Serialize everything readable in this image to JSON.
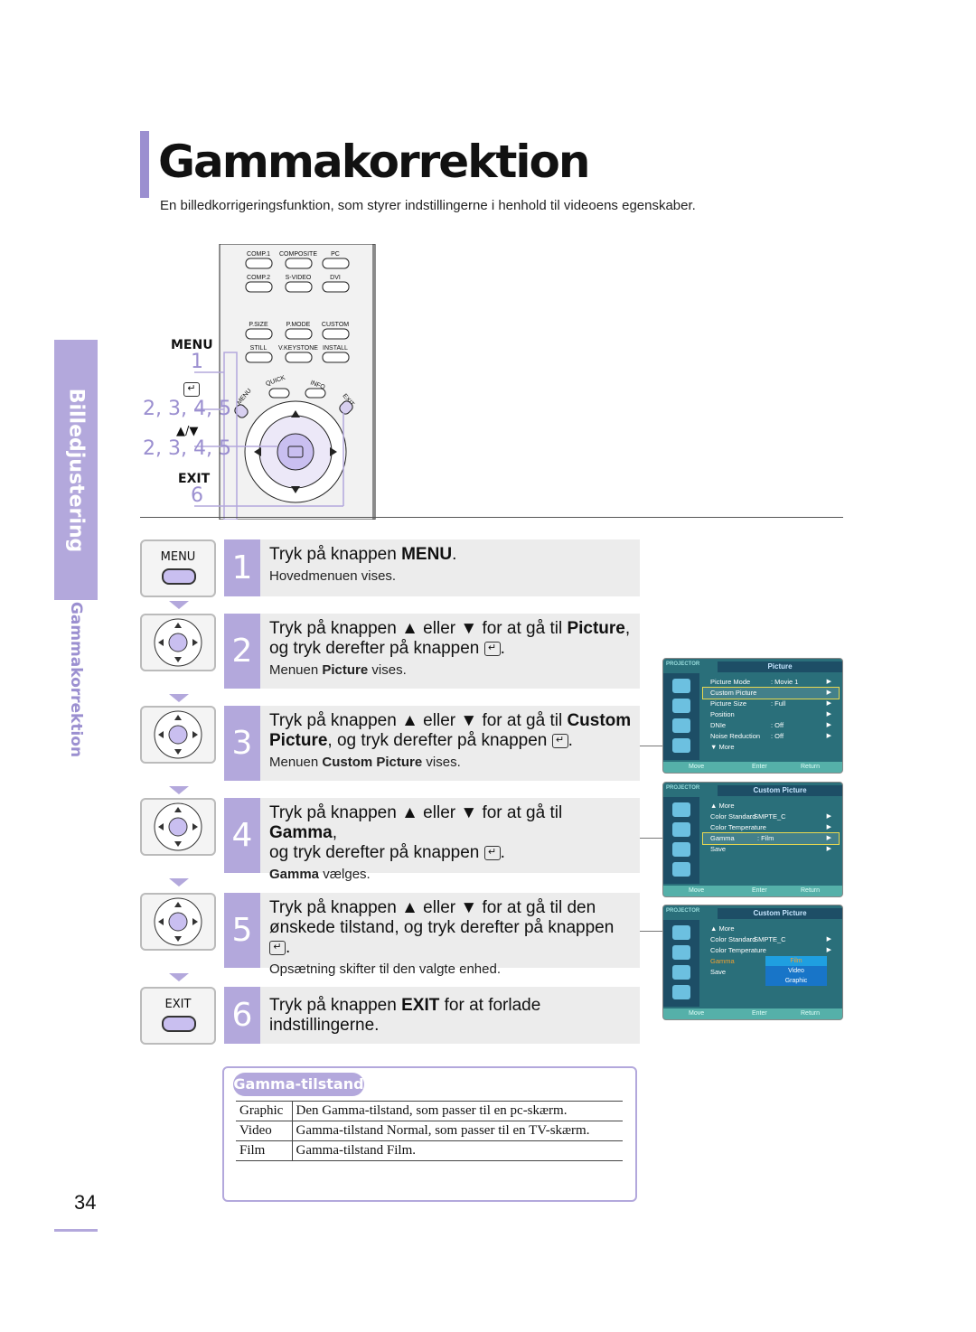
{
  "page": {
    "title": "Gammakorrektion",
    "subtitle": "En billedkorrigeringsfunktion, som styrer indstillingerne i henhold til videoens egenskaber.",
    "section_tab": "Billedjustering",
    "subsection_tab": "Gammakorrektion",
    "page_number": "34"
  },
  "remote": {
    "source_buttons": [
      "COMP.1",
      "COMPOSITE",
      "PC",
      "COMP.2",
      "S-VIDEO",
      "DVI"
    ],
    "function_buttons": [
      "P.SIZE",
      "P.MODE",
      "CUSTOM",
      "STILL",
      "V.KEYSTONE",
      "INSTALL"
    ],
    "top_keys": [
      "MENU",
      "QUICK",
      "INFO",
      "EXIT"
    ],
    "labels": {
      "menu": "MENU",
      "menu_step": "1",
      "enter_step": "2, 3, 4, 5",
      "updown": "▲/▼",
      "updown_step": "2, 3, 4, 5",
      "exit": "EXIT",
      "exit_step": "6"
    }
  },
  "steps": [
    {
      "num": "1",
      "icon_label": "MENU",
      "line1_pre": "Tryk på knappen ",
      "line1_bold": "MENU",
      "line1_post": ".",
      "note": "Hovedmenuen vises."
    },
    {
      "num": "2",
      "line1_pre": "Tryk på knappen ▲ eller ▼ for at gå til ",
      "line1_bold": "Picture",
      "line1_post": ",",
      "line2": "og tryk derefter på knappen",
      "note_bold": "Picture",
      "note_pre": "Menuen ",
      "note_post": " vises."
    },
    {
      "num": "3",
      "line1_pre": "Tryk på knappen ▲ eller ▼ for at gå til ",
      "line1_bold": "Custom",
      "line2_bold": "Picture",
      "line2": ", og tryk derefter på knappen",
      "note_pre": "Menuen ",
      "note_bold": "Custom Picture",
      "note_post": " vises."
    },
    {
      "num": "4",
      "line1_pre": "Tryk på knappen ▲ eller ▼ for at gå til ",
      "line1_bold": "Gamma",
      "line1_post": ",",
      "line2": "og tryk derefter på knappen",
      "note_bold": "Gamma",
      "note_post": " vælges."
    },
    {
      "num": "5",
      "line1_pre": "Tryk på knappen ▲ eller ▼ for at gå til den",
      "line2": "ønskede tilstand, og tryk derefter på knappen",
      "note": "Opsætning skifter til den valgte enhed."
    },
    {
      "num": "6",
      "icon_label": "EXIT",
      "line1_pre": "Tryk på knappen ",
      "line1_bold": "EXIT",
      "line1_post": " for at forlade",
      "line2": "indstillingerne."
    }
  ],
  "osd_screens": [
    {
      "brand": "PROJECTOR",
      "title": "Picture",
      "rows": [
        {
          "label": "Picture Mode",
          "value": ": Movie 1",
          "arrow": "▶"
        },
        {
          "label": "Custom Picture",
          "value": "",
          "arrow": "▶",
          "selected": true
        },
        {
          "label": "Picture Size",
          "value": ": Full",
          "arrow": "▶"
        },
        {
          "label": "Position",
          "value": "",
          "arrow": "▶"
        },
        {
          "label": "DNIe",
          "value": ": Off",
          "arrow": "▶"
        },
        {
          "label": "Noise Reduction",
          "value": ": Off",
          "arrow": "▶"
        },
        {
          "label": "▼ More",
          "value": "",
          "arrow": ""
        }
      ],
      "footer": [
        "Move",
        "Enter",
        "Return"
      ]
    },
    {
      "brand": "PROJECTOR",
      "title": "Custom Picture",
      "rows": [
        {
          "label": "▲ More",
          "value": "",
          "arrow": ""
        },
        {
          "label": "Color Standard",
          "value": ": SMPTE_C",
          "arrow": "▶"
        },
        {
          "label": "Color Temperature",
          "value": "",
          "arrow": "▶"
        },
        {
          "label": "Gamma",
          "value": ": Film",
          "arrow": "▶",
          "selected": true
        },
        {
          "label": "Save",
          "value": "",
          "arrow": "▶"
        }
      ],
      "footer": [
        "Move",
        "Enter",
        "Return"
      ]
    },
    {
      "brand": "PROJECTOR",
      "title": "Custom Picture",
      "rows": [
        {
          "label": "▲ More",
          "value": "",
          "arrow": ""
        },
        {
          "label": "Color Standard",
          "value": ": SMPTE_C",
          "arrow": "▶"
        },
        {
          "label": "Color Temperature",
          "value": "",
          "arrow": "▶"
        },
        {
          "label": "Gamma",
          "value": "",
          "arrow": ""
        },
        {
          "label": "Save",
          "value": "",
          "arrow": ""
        }
      ],
      "dropdown": [
        "Film",
        "Video",
        "Graphic"
      ],
      "footer": [
        "Move",
        "Enter",
        "Return"
      ]
    }
  ],
  "gamma_modes": {
    "heading": "Gamma-tilstand",
    "rows": [
      {
        "mode": "Graphic",
        "desc": "Den Gamma-tilstand, som passer til en pc-skærm."
      },
      {
        "mode": "Video",
        "desc": "Gamma-tilstand Normal, som passer til en TV-skærm."
      },
      {
        "mode": "Film",
        "desc": "Gamma-tilstand Film."
      }
    ]
  },
  "colors": {
    "accent": "#b3a8dc",
    "accent_dark": "#9b8fd0",
    "osd_bg": "#2a6f7a"
  }
}
